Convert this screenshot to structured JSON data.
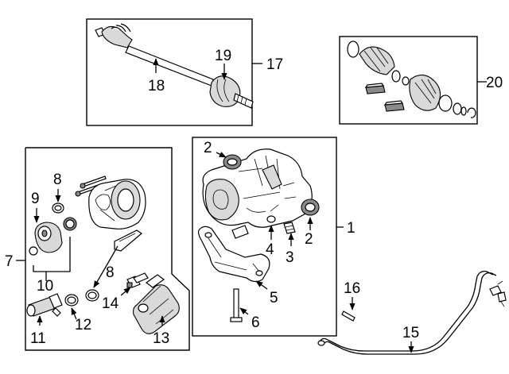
{
  "diagram": {
    "callouts": {
      "c1": "1",
      "c2a": "2",
      "c2b": "2",
      "c3": "3",
      "c4": "4",
      "c5": "5",
      "c6": "6",
      "c7": "7",
      "c8a": "8",
      "c8b": "8",
      "c9": "9",
      "c10": "10",
      "c11": "11",
      "c12": "12",
      "c13": "13",
      "c14": "14",
      "c15": "15",
      "c16": "16",
      "c17": "17",
      "c18": "18",
      "c19": "19",
      "c20": "20"
    }
  }
}
